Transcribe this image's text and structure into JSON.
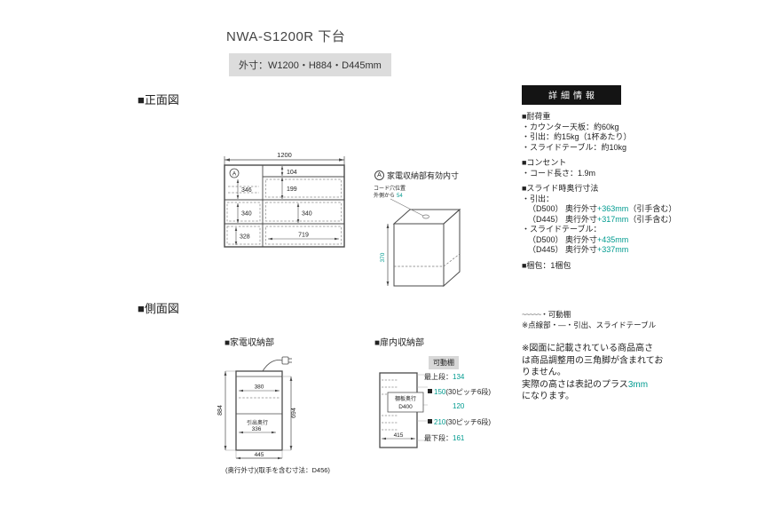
{
  "page": {
    "title": "NWA-S1200R 下台",
    "outer_dim": "外寸：W1200・H884・D445mm"
  },
  "sections": {
    "front_view": "■正面図",
    "side_view": "■側面図",
    "appliance": "■家電収納部",
    "door": "■扉内収納部"
  },
  "front": {
    "w1200": "1200",
    "a": "A",
    "d104": "104",
    "d199": "199",
    "d346": "346",
    "d340_left": "340",
    "d340_right": "340",
    "d328": "328",
    "d719": "719"
  },
  "sketch": {
    "a": "A",
    "label": "家電収納部有効内寸",
    "cord_line1": "コード穴位置",
    "cord_line2": "外側から",
    "cord_num": "54",
    "d370": "370"
  },
  "info": {
    "header": "詳細情報",
    "load_title": "■耐荷重",
    "load_counter": "・カウンター天板：約60kg",
    "load_drawer": "・引出：約15kg（1杯あたり）",
    "load_slide": "・スライドテーブル：約10kg",
    "outlet_title": "■コンセント",
    "outlet_cord": "・コード長さ：1.9m",
    "slide_title": "■スライド時奥行寸法",
    "slide_drawer_label": "・引出：",
    "sd500_pre": "（D500） 奥行外寸",
    "sd500_num": "+363mm",
    "sd500_post": "（引手含む）",
    "sd445_pre": "（D445） 奥行外寸",
    "sd445_num": "+317mm",
    "sd445_post": "（引手含む）",
    "slide_table_label": "・スライドテーブル：",
    "st500_pre": "（D500） 奥行外寸",
    "st500_num": "+435mm",
    "st445_pre": "（D445） 奥行外寸",
    "st445_num": "+337mm",
    "pack": "■梱包：1梱包",
    "legend_wave_symbol": "~~~~~",
    "legend_wave_label": "・可動棚",
    "legend_dash_pre": "※点線部・",
    "legend_dash_symbol": "―",
    "legend_dash_label": "・引出、スライドテーブル",
    "note_line1": "※図面に記載されている商品高さ",
    "note_line2": "は商品調整用の三角脚が含まれてお",
    "note_line3": "りません。",
    "note_line4_pre": "実際の高さは表記のプラス",
    "note_line4_num": "3mm",
    "note_line5": "になります。"
  },
  "side1": {
    "d884": "884",
    "d380": "380",
    "drawer_depth_label": "引出奥行",
    "d336": "336",
    "d694": "694",
    "d445": "445",
    "note": "(奥行外寸)(取手を含む寸法：D456)"
  },
  "side2": {
    "shelf_depth_line1": "棚板奥行",
    "shelf_depth_line2": "D400",
    "d415": "415",
    "movable_shelf": "可動棚",
    "top_label": "最上段：",
    "top_num": "134",
    "pitch150_num": "150",
    "pitch150_note": "(30ピッチ6段)",
    "d120": "120",
    "pitch210_num": "210",
    "pitch210_note": "(30ピッチ6段)",
    "bottom_label": "最下段：",
    "bottom_num": "161"
  }
}
